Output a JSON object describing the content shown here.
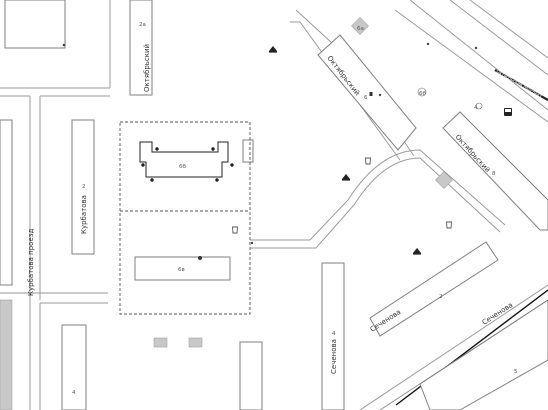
{
  "map": {
    "colors": {
      "background": "#ffffff",
      "road_edge": "#9a9a9a",
      "building_edge": "#7f7f7f",
      "building_fill": "#ffffff",
      "gray_block": "#c8c8c8",
      "dark_road": "#111111",
      "area_boundary": "#555555"
    },
    "streets": {
      "kurbatova_passage": "Курбатова проезд",
      "oktyabrsky_west": "Октябрьский",
      "oktyabrsky_ne": "Октябрьский",
      "oktyabrsky_east": "Октябрьский",
      "kurbatova": "Курбатова",
      "sechenova_south": "Сеченова",
      "sechenova_east": "Сеченова",
      "sechenova_se": "Сеченова",
      "oktyabrsky_prospekt_small": "Октябрьский проспект"
    },
    "house_numbers": {
      "n_2a": "2а",
      "n_6a": "6а",
      "n_6": "6",
      "n_6b_small": "6б",
      "n_4_building": "4",
      "n_8": "8",
      "n_2_kurbatova": "2",
      "n_6b": "6б",
      "n_6v": "6в",
      "n_2_sechenova": "2",
      "n_4_sechenova": "4",
      "n_4_bottom": "4",
      "n_5": "5"
    },
    "icons": {
      "landmark_1": "landmark-icon",
      "landmark_2": "landmark-icon",
      "landmark_3": "landmark-icon",
      "trash_1": "trash-can-icon",
      "trash_2": "trash-can-icon",
      "trash_3": "trash-can-icon",
      "bus": "bus-stop-icon",
      "pin": "place-marker-icon"
    }
  }
}
